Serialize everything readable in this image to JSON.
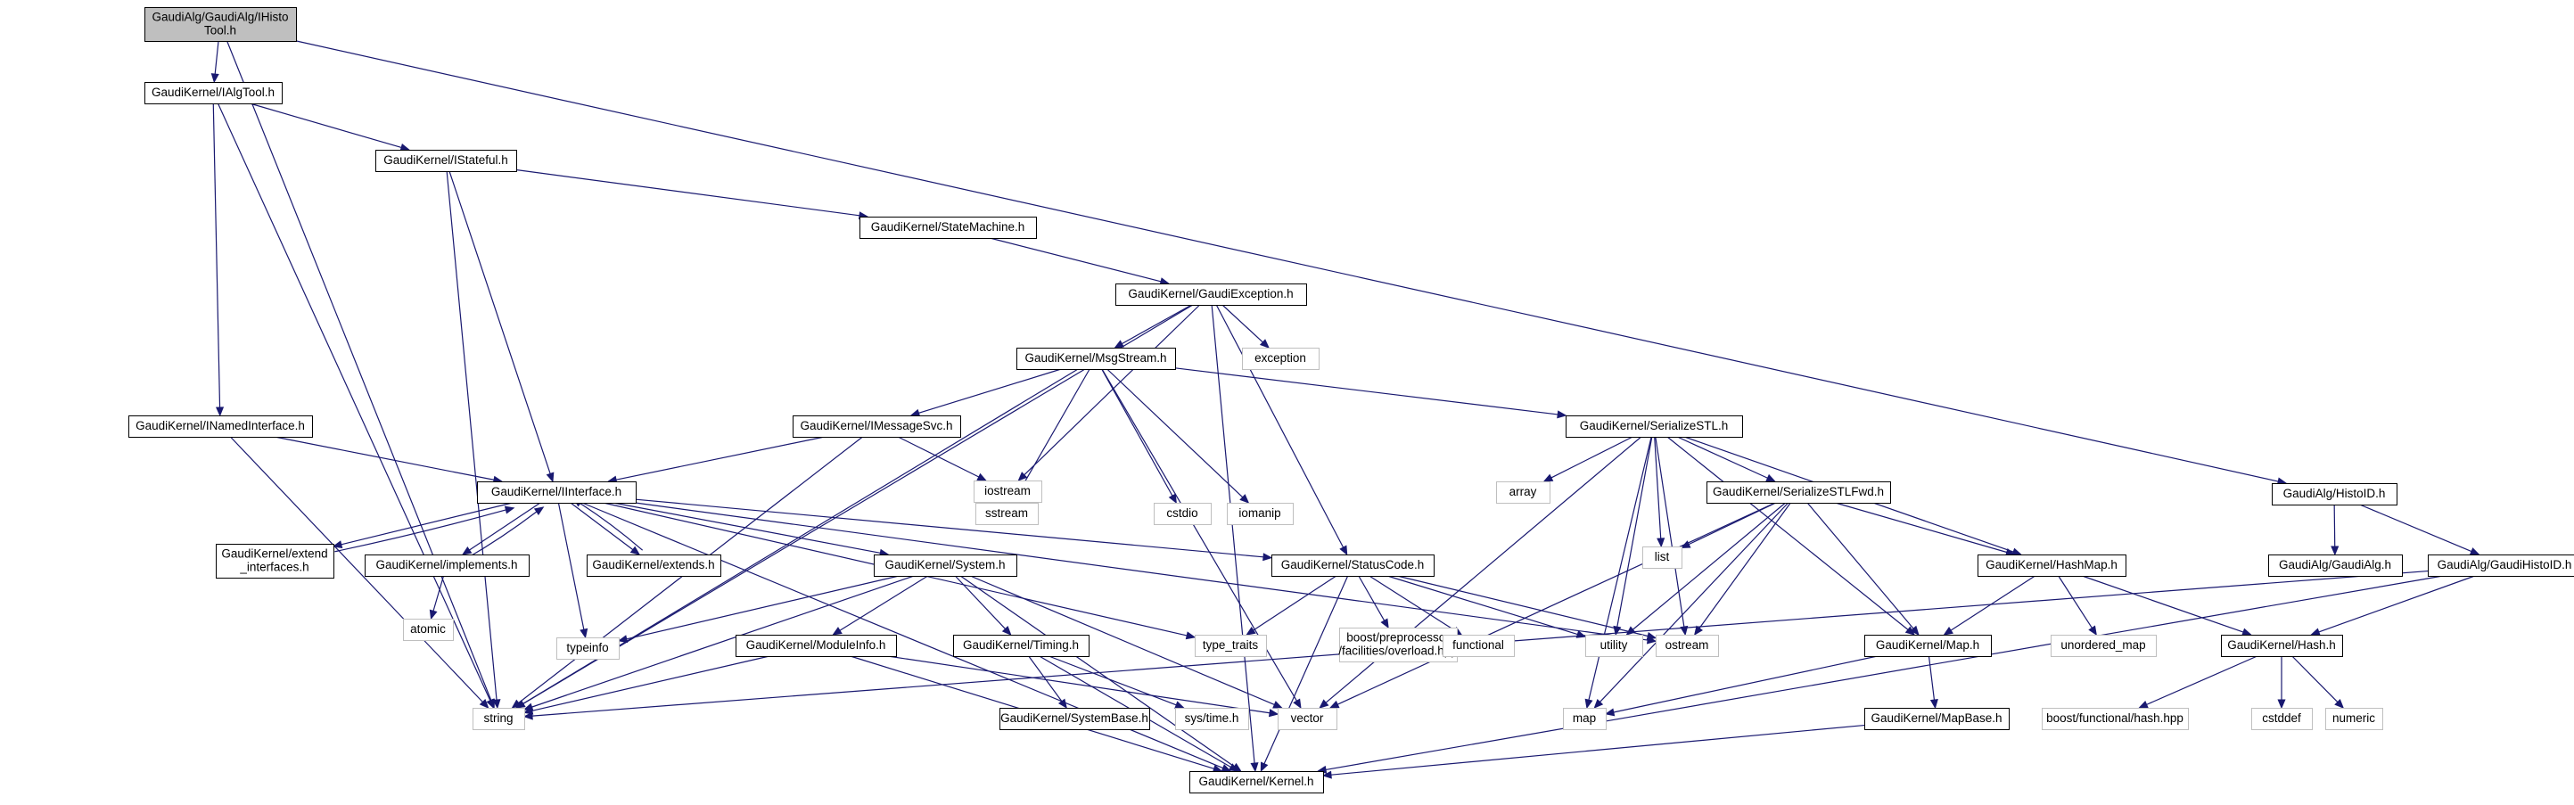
{
  "graph": {
    "colors": {
      "edge": "#191970",
      "root_fill": "#bfbfbf",
      "node_fill": "#ffffff",
      "node_border": "#000000",
      "system_border": "#bfbfbf",
      "text": "#000000"
    },
    "nodes": [
      {
        "id": "root",
        "lines": [
          "GaudiAlg/GaudiAlg/IHisto",
          "Tool.h"
        ],
        "kind": "root"
      },
      {
        "id": "ialgtool",
        "lines": [
          "GaudiKernel/IAlgTool.h"
        ],
        "kind": "file"
      },
      {
        "id": "istateful",
        "lines": [
          "GaudiKernel/IStateful.h"
        ],
        "kind": "file"
      },
      {
        "id": "statemachine",
        "lines": [
          "GaudiKernel/StateMachine.h"
        ],
        "kind": "file"
      },
      {
        "id": "gaudiexception",
        "lines": [
          "GaudiKernel/GaudiException.h"
        ],
        "kind": "file"
      },
      {
        "id": "exception",
        "lines": [
          "exception"
        ],
        "kind": "system"
      },
      {
        "id": "msgstream",
        "lines": [
          "GaudiKernel/MsgStream.h"
        ],
        "kind": "file"
      },
      {
        "id": "inamedinterface",
        "lines": [
          "GaudiKernel/INamedInterface.h"
        ],
        "kind": "file"
      },
      {
        "id": "imessagesvc",
        "lines": [
          "GaudiKernel/IMessageSvc.h"
        ],
        "kind": "file"
      },
      {
        "id": "sstream",
        "lines": [
          "sstream"
        ],
        "kind": "system"
      },
      {
        "id": "cstdio",
        "lines": [
          "cstdio"
        ],
        "kind": "system"
      },
      {
        "id": "iomanip",
        "lines": [
          "iomanip"
        ],
        "kind": "system"
      },
      {
        "id": "serializestl",
        "lines": [
          "GaudiKernel/SerializeSTL.h"
        ],
        "kind": "file"
      },
      {
        "id": "iinterface",
        "lines": [
          "GaudiKernel/IInterface.h"
        ],
        "kind": "file"
      },
      {
        "id": "iostream",
        "lines": [
          "iostream"
        ],
        "kind": "system"
      },
      {
        "id": "array",
        "lines": [
          "array"
        ],
        "kind": "system"
      },
      {
        "id": "serializestlfwd",
        "lines": [
          "GaudiKernel/SerializeSTLFwd.h"
        ],
        "kind": "file"
      },
      {
        "id": "list",
        "lines": [
          "list"
        ],
        "kind": "system"
      },
      {
        "id": "hashmap",
        "lines": [
          "GaudiKernel/HashMap.h"
        ],
        "kind": "file"
      },
      {
        "id": "extend_interfaces",
        "lines": [
          "GaudiKernel/extend",
          "_interfaces.h"
        ],
        "kind": "file"
      },
      {
        "id": "implements",
        "lines": [
          "GaudiKernel/implements.h"
        ],
        "kind": "file"
      },
      {
        "id": "extends",
        "lines": [
          "GaudiKernel/extends.h"
        ],
        "kind": "file"
      },
      {
        "id": "system",
        "lines": [
          "GaudiKernel/System.h"
        ],
        "kind": "file"
      },
      {
        "id": "statuscode",
        "lines": [
          "GaudiKernel/StatusCode.h"
        ],
        "kind": "file"
      },
      {
        "id": "atomic",
        "lines": [
          "atomic"
        ],
        "kind": "system"
      },
      {
        "id": "typeinfo",
        "lines": [
          "typeinfo"
        ],
        "kind": "system"
      },
      {
        "id": "moduleinfo",
        "lines": [
          "GaudiKernel/ModuleInfo.h"
        ],
        "kind": "file"
      },
      {
        "id": "timing",
        "lines": [
          "GaudiKernel/Timing.h"
        ],
        "kind": "file"
      },
      {
        "id": "type_traits",
        "lines": [
          "type_traits"
        ],
        "kind": "system"
      },
      {
        "id": "boost_overload",
        "lines": [
          "boost/preprocessor",
          "/facilities/overload.hpp"
        ],
        "kind": "system"
      },
      {
        "id": "functional",
        "lines": [
          "functional"
        ],
        "kind": "system"
      },
      {
        "id": "utility",
        "lines": [
          "utility"
        ],
        "kind": "system"
      },
      {
        "id": "ostream",
        "lines": [
          "ostream"
        ],
        "kind": "system"
      },
      {
        "id": "map_h",
        "lines": [
          "GaudiKernel/Map.h"
        ],
        "kind": "file"
      },
      {
        "id": "unordered_map",
        "lines": [
          "unordered_map"
        ],
        "kind": "system"
      },
      {
        "id": "string",
        "lines": [
          "string"
        ],
        "kind": "system"
      },
      {
        "id": "systembase",
        "lines": [
          "GaudiKernel/SystemBase.h"
        ],
        "kind": "file"
      },
      {
        "id": "systime",
        "lines": [
          "sys/time.h"
        ],
        "kind": "system"
      },
      {
        "id": "vector",
        "lines": [
          "vector"
        ],
        "kind": "system"
      },
      {
        "id": "map",
        "lines": [
          "map"
        ],
        "kind": "system"
      },
      {
        "id": "mapbase",
        "lines": [
          "GaudiKernel/MapBase.h"
        ],
        "kind": "file"
      },
      {
        "id": "kernel",
        "lines": [
          "GaudiKernel/Kernel.h"
        ],
        "kind": "file"
      },
      {
        "id": "histoid_h",
        "lines": [
          "GaudiAlg/HistoID.h"
        ],
        "kind": "file"
      },
      {
        "id": "gaudialg_h",
        "lines": [
          "GaudiAlg/GaudiAlg.h"
        ],
        "kind": "file"
      },
      {
        "id": "gaudihistoid",
        "lines": [
          "GaudiAlg/GaudiHistoID.h"
        ],
        "kind": "file"
      },
      {
        "id": "hash_h",
        "lines": [
          "GaudiKernel/Hash.h"
        ],
        "kind": "file"
      },
      {
        "id": "boost_hash",
        "lines": [
          "boost/functional/hash.hpp"
        ],
        "kind": "system"
      },
      {
        "id": "cstddef",
        "lines": [
          "cstddef"
        ],
        "kind": "system"
      },
      {
        "id": "numeric",
        "lines": [
          "numeric"
        ],
        "kind": "system"
      }
    ],
    "edges": [
      [
        "root",
        "ialgtool"
      ],
      [
        "root",
        "string"
      ],
      [
        "root",
        "histoid_h"
      ],
      [
        "ialgtool",
        "istateful"
      ],
      [
        "ialgtool",
        "inamedinterface"
      ],
      [
        "ialgtool",
        "string"
      ],
      [
        "istateful",
        "statemachine"
      ],
      [
        "istateful",
        "iinterface"
      ],
      [
        "istateful",
        "string"
      ],
      [
        "statemachine",
        "gaudiexception"
      ],
      [
        "gaudiexception",
        "exception"
      ],
      [
        "gaudiexception",
        "msgstream"
      ],
      [
        "gaudiexception",
        "statuscode"
      ],
      [
        "gaudiexception",
        "iostream"
      ],
      [
        "gaudiexception",
        "string"
      ],
      [
        "gaudiexception",
        "kernel"
      ],
      [
        "msgstream",
        "imessagesvc"
      ],
      [
        "msgstream",
        "sstream"
      ],
      [
        "msgstream",
        "cstdio"
      ],
      [
        "msgstream",
        "iomanip"
      ],
      [
        "msgstream",
        "serializestl"
      ],
      [
        "msgstream",
        "string"
      ],
      [
        "msgstream",
        "vector"
      ],
      [
        "inamedinterface",
        "iinterface"
      ],
      [
        "inamedinterface",
        "string"
      ],
      [
        "imessagesvc",
        "iinterface"
      ],
      [
        "imessagesvc",
        "iostream"
      ],
      [
        "imessagesvc",
        "string"
      ],
      [
        "serializestl",
        "array"
      ],
      [
        "serializestl",
        "serializestlfwd"
      ],
      [
        "serializestl",
        "list"
      ],
      [
        "serializestl",
        "hashmap"
      ],
      [
        "serializestl",
        "map_h"
      ],
      [
        "serializestl",
        "utility"
      ],
      [
        "serializestl",
        "ostream"
      ],
      [
        "serializestl",
        "vector"
      ],
      [
        "serializestl",
        "map"
      ],
      [
        "iinterface",
        "extend_interfaces"
      ],
      [
        "iinterface",
        "implements"
      ],
      [
        "iinterface",
        "extends"
      ],
      [
        "iinterface",
        "system"
      ],
      [
        "iinterface",
        "statuscode"
      ],
      [
        "iinterface",
        "typeinfo"
      ],
      [
        "iinterface",
        "type_traits"
      ],
      [
        "iinterface",
        "ostream"
      ],
      [
        "iinterface",
        "kernel"
      ],
      [
        "extend_interfaces",
        "iinterface"
      ],
      [
        "implements",
        "iinterface"
      ],
      [
        "extends",
        "iinterface"
      ],
      [
        "implements",
        "atomic"
      ],
      [
        "serializestlfwd",
        "list"
      ],
      [
        "serializestlfwd",
        "hashmap"
      ],
      [
        "serializestlfwd",
        "map_h"
      ],
      [
        "serializestlfwd",
        "utility"
      ],
      [
        "serializestlfwd",
        "ostream"
      ],
      [
        "serializestlfwd",
        "vector"
      ],
      [
        "serializestlfwd",
        "map"
      ],
      [
        "hashmap",
        "map_h"
      ],
      [
        "hashmap",
        "unordered_map"
      ],
      [
        "hashmap",
        "hash_h"
      ],
      [
        "system",
        "moduleinfo"
      ],
      [
        "system",
        "timing"
      ],
      [
        "system",
        "typeinfo"
      ],
      [
        "system",
        "string"
      ],
      [
        "system",
        "vector"
      ],
      [
        "system",
        "kernel"
      ],
      [
        "statuscode",
        "type_traits"
      ],
      [
        "statuscode",
        "boost_overload"
      ],
      [
        "statuscode",
        "functional"
      ],
      [
        "statuscode",
        "utility"
      ],
      [
        "statuscode",
        "ostream"
      ],
      [
        "statuscode",
        "kernel"
      ],
      [
        "moduleinfo",
        "string"
      ],
      [
        "moduleinfo",
        "vector"
      ],
      [
        "moduleinfo",
        "kernel"
      ],
      [
        "timing",
        "systembase"
      ],
      [
        "timing",
        "systime"
      ],
      [
        "timing",
        "kernel"
      ],
      [
        "map_h",
        "map"
      ],
      [
        "map_h",
        "mapbase"
      ],
      [
        "mapbase",
        "kernel"
      ],
      [
        "histoid_h",
        "gaudialg_h"
      ],
      [
        "histoid_h",
        "gaudihistoid"
      ],
      [
        "gaudihistoid",
        "hash_h"
      ],
      [
        "gaudihistoid",
        "string"
      ],
      [
        "gaudihistoid",
        "kernel"
      ],
      [
        "hash_h",
        "boost_hash"
      ],
      [
        "hash_h",
        "cstddef"
      ],
      [
        "hash_h",
        "numeric"
      ]
    ]
  }
}
